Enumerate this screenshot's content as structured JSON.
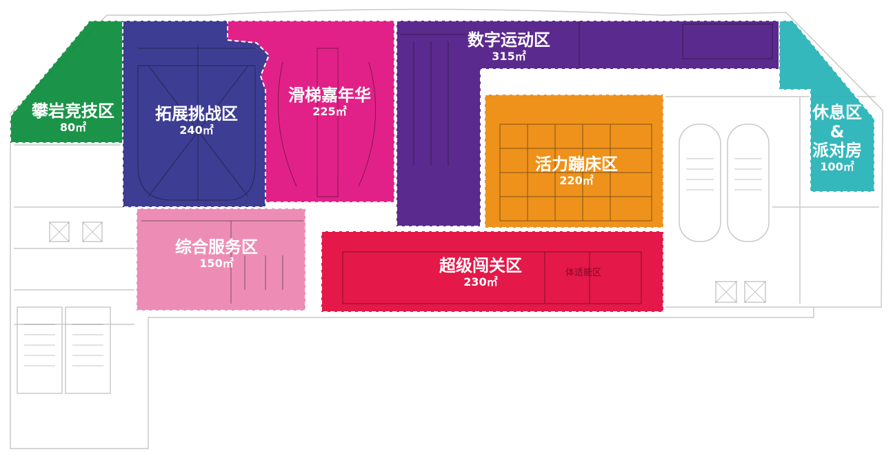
{
  "zones": [
    {
      "name": "攀岩竞技区",
      "area": "80㎡",
      "color": "#0a8c3c"
    },
    {
      "name": "拓展挑战区",
      "area": "240㎡",
      "color": "#2f2f8c"
    },
    {
      "name": "滑梯嘉年华",
      "area": "225㎡",
      "color": "#e0117f"
    },
    {
      "name": "数字运动区",
      "area": "315㎡",
      "color": "#4f1a86"
    },
    {
      "name": "活力蹦床区",
      "area": "220㎡",
      "color": "#ee8a0a"
    },
    {
      "name": "综合服务区",
      "area": "150㎡",
      "color": "#ec85b0"
    },
    {
      "name": "超级闯关区",
      "area": "230㎡",
      "color": "#e2073c"
    },
    {
      "name": "休息区",
      "amp": "&",
      "name2": "派对房",
      "area": "100㎡",
      "color": "#25b3b8"
    }
  ],
  "annotations": {
    "fitness_area": "体适能区"
  }
}
